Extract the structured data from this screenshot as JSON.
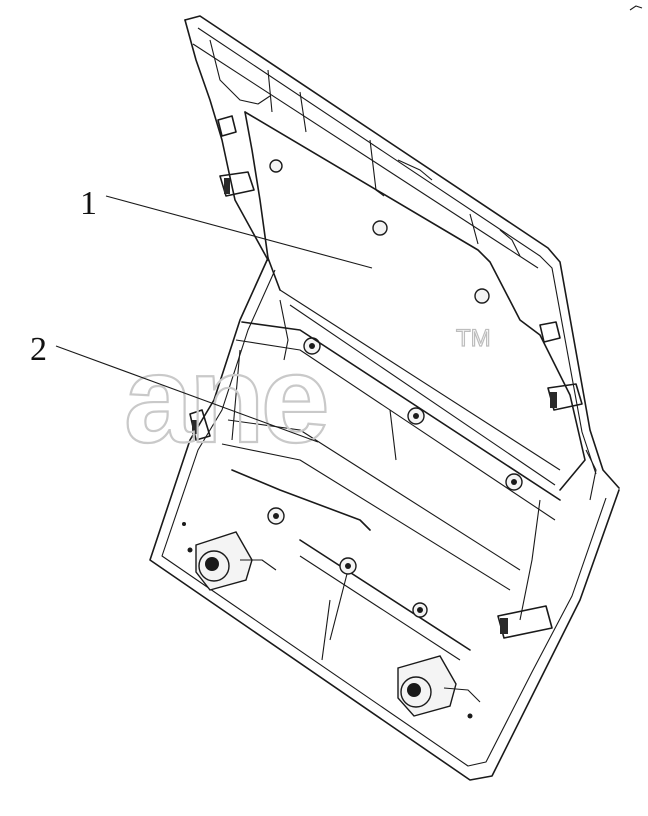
{
  "diagram": {
    "callouts": [
      {
        "id": "1",
        "label": "1"
      },
      {
        "id": "2",
        "label": "2"
      }
    ],
    "watermark": {
      "text": "ane",
      "trademark": "TM"
    }
  }
}
